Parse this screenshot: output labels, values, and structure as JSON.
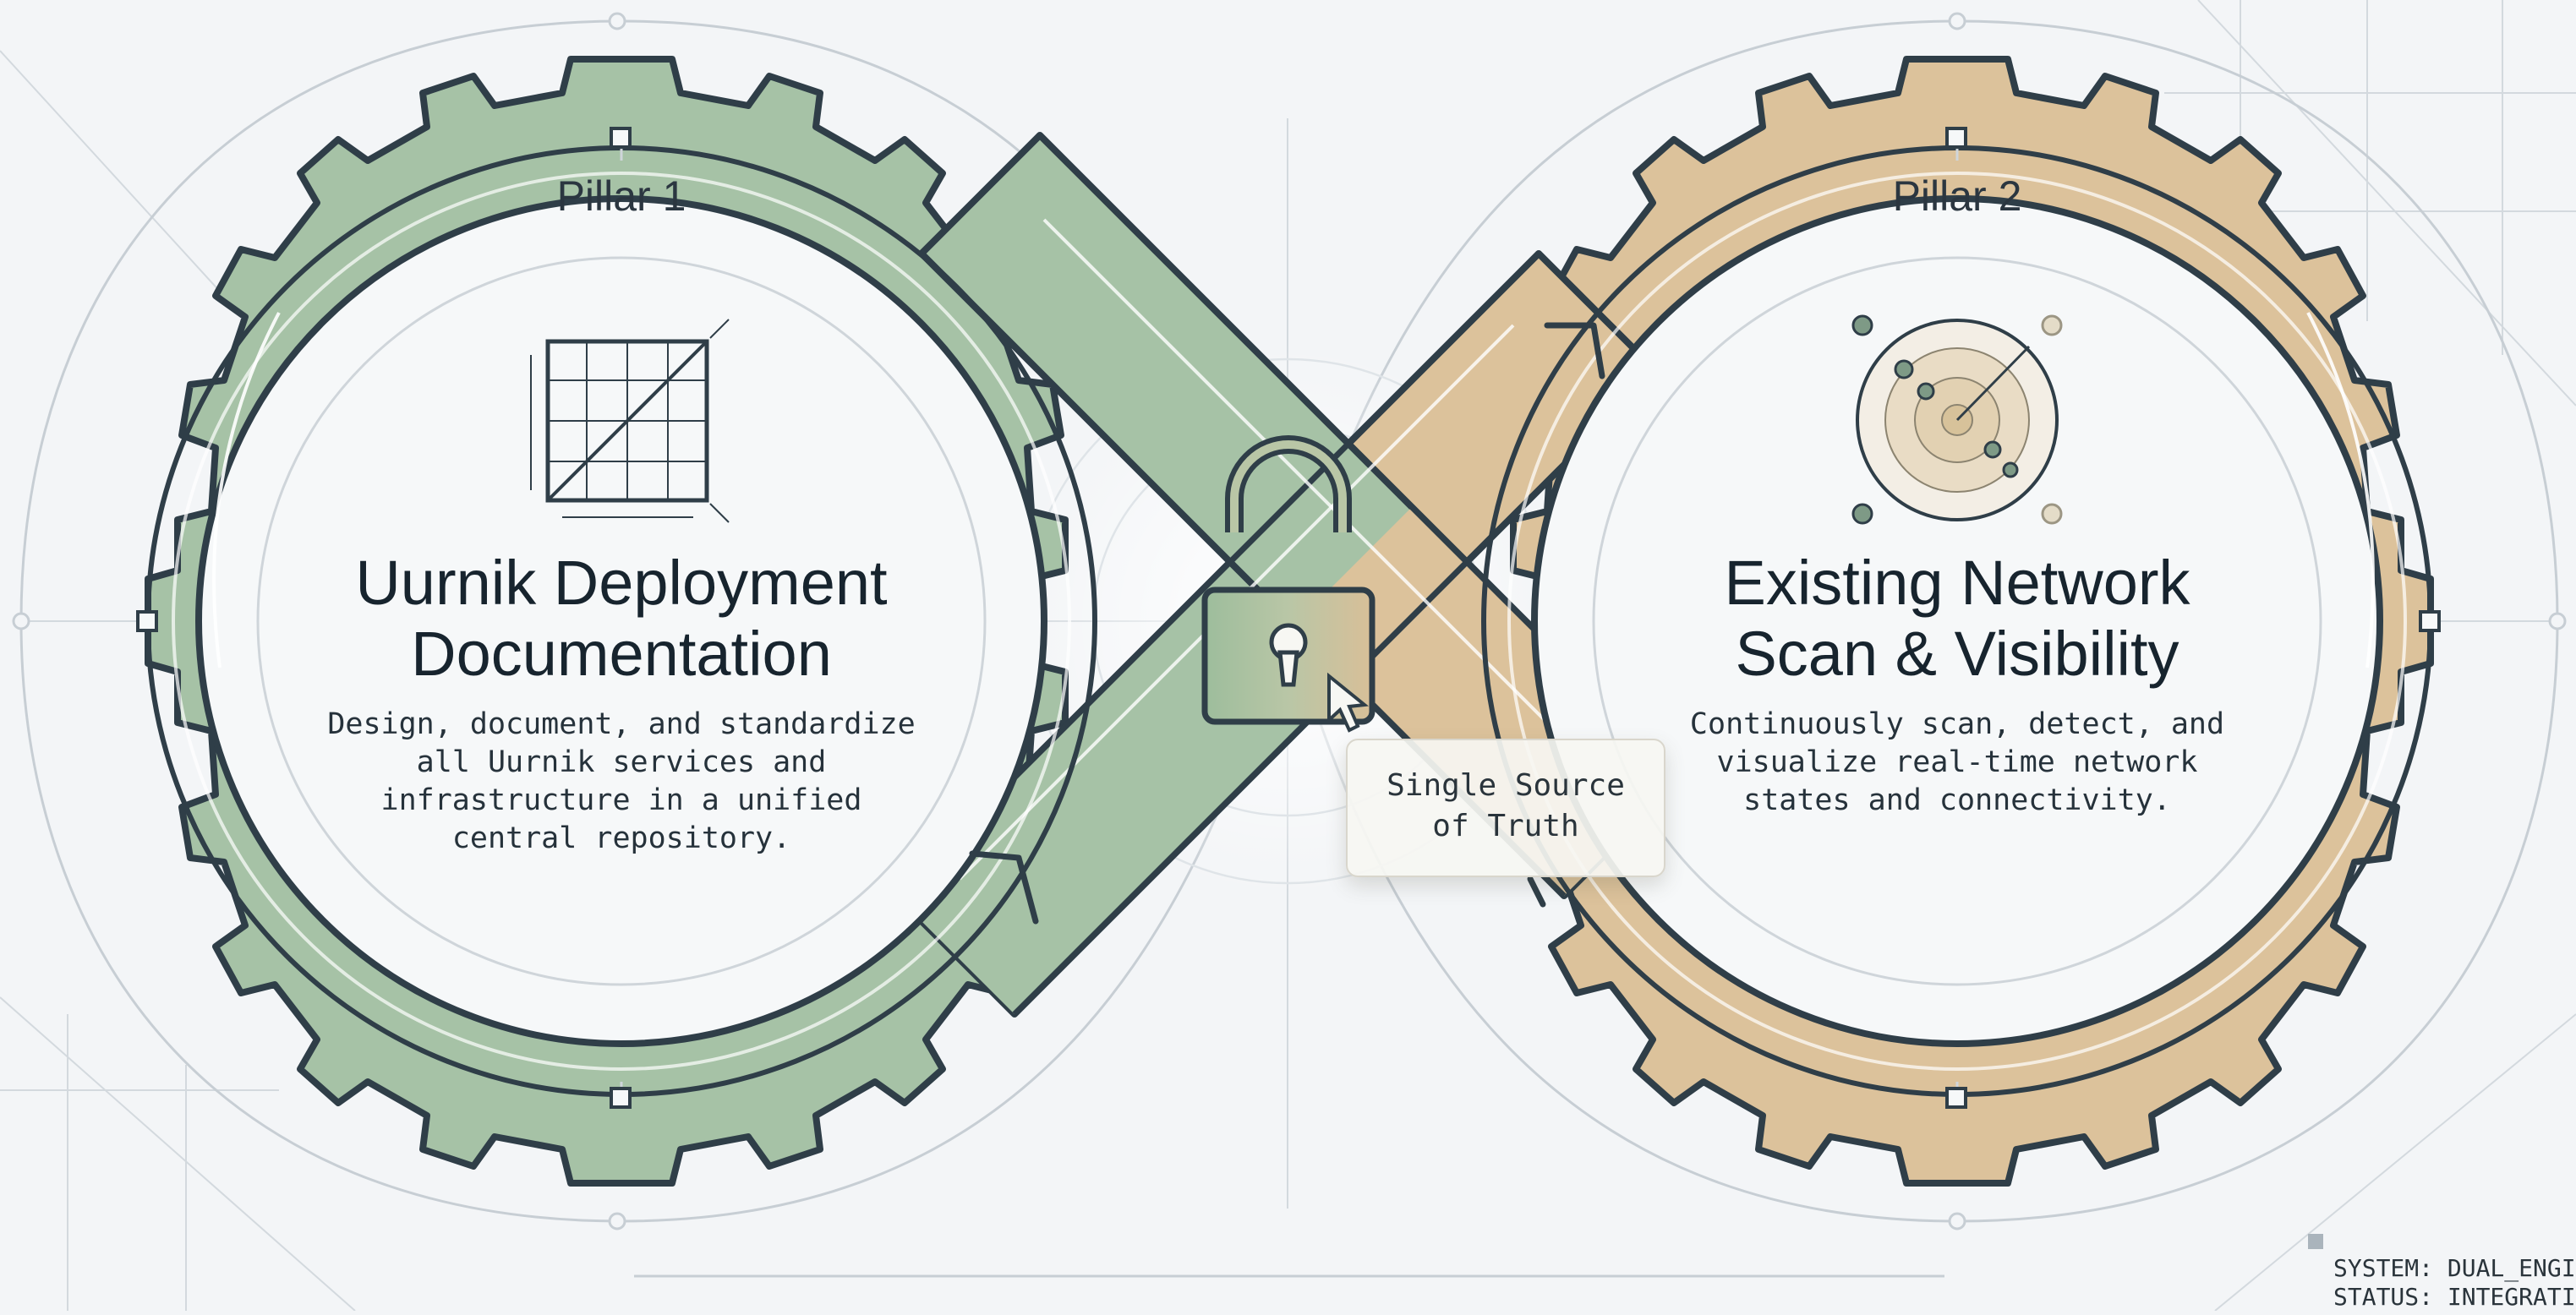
{
  "pillar1": {
    "label": "Pillar 1",
    "title_line1": "Uurnik Deployment",
    "title_line2": "Documentation",
    "description": "Design, document, and standardize\nall Uurnik services and\ninfrastructure in a unified\ncentral repository.",
    "color": "#a6c2a6"
  },
  "pillar2": {
    "label": "Pillar 2",
    "title_line1": "Existing Network",
    "title_line2": "Scan & Visibility",
    "description": "Continuously scan, detect, and\nvisualize real-time network\nstates and connectivity.",
    "color": "#dcc29b"
  },
  "center": {
    "callout": "Single Source\nof Truth",
    "icon": "padlock-icon"
  },
  "status_panel": {
    "line1": "SYSTEM: DUAL_ENGI",
    "line2": "STATUS: INTEGRATI"
  },
  "colors": {
    "outline": "#2f3e48",
    "background": "#f3f5f7",
    "guide": "#c9d0d6"
  }
}
